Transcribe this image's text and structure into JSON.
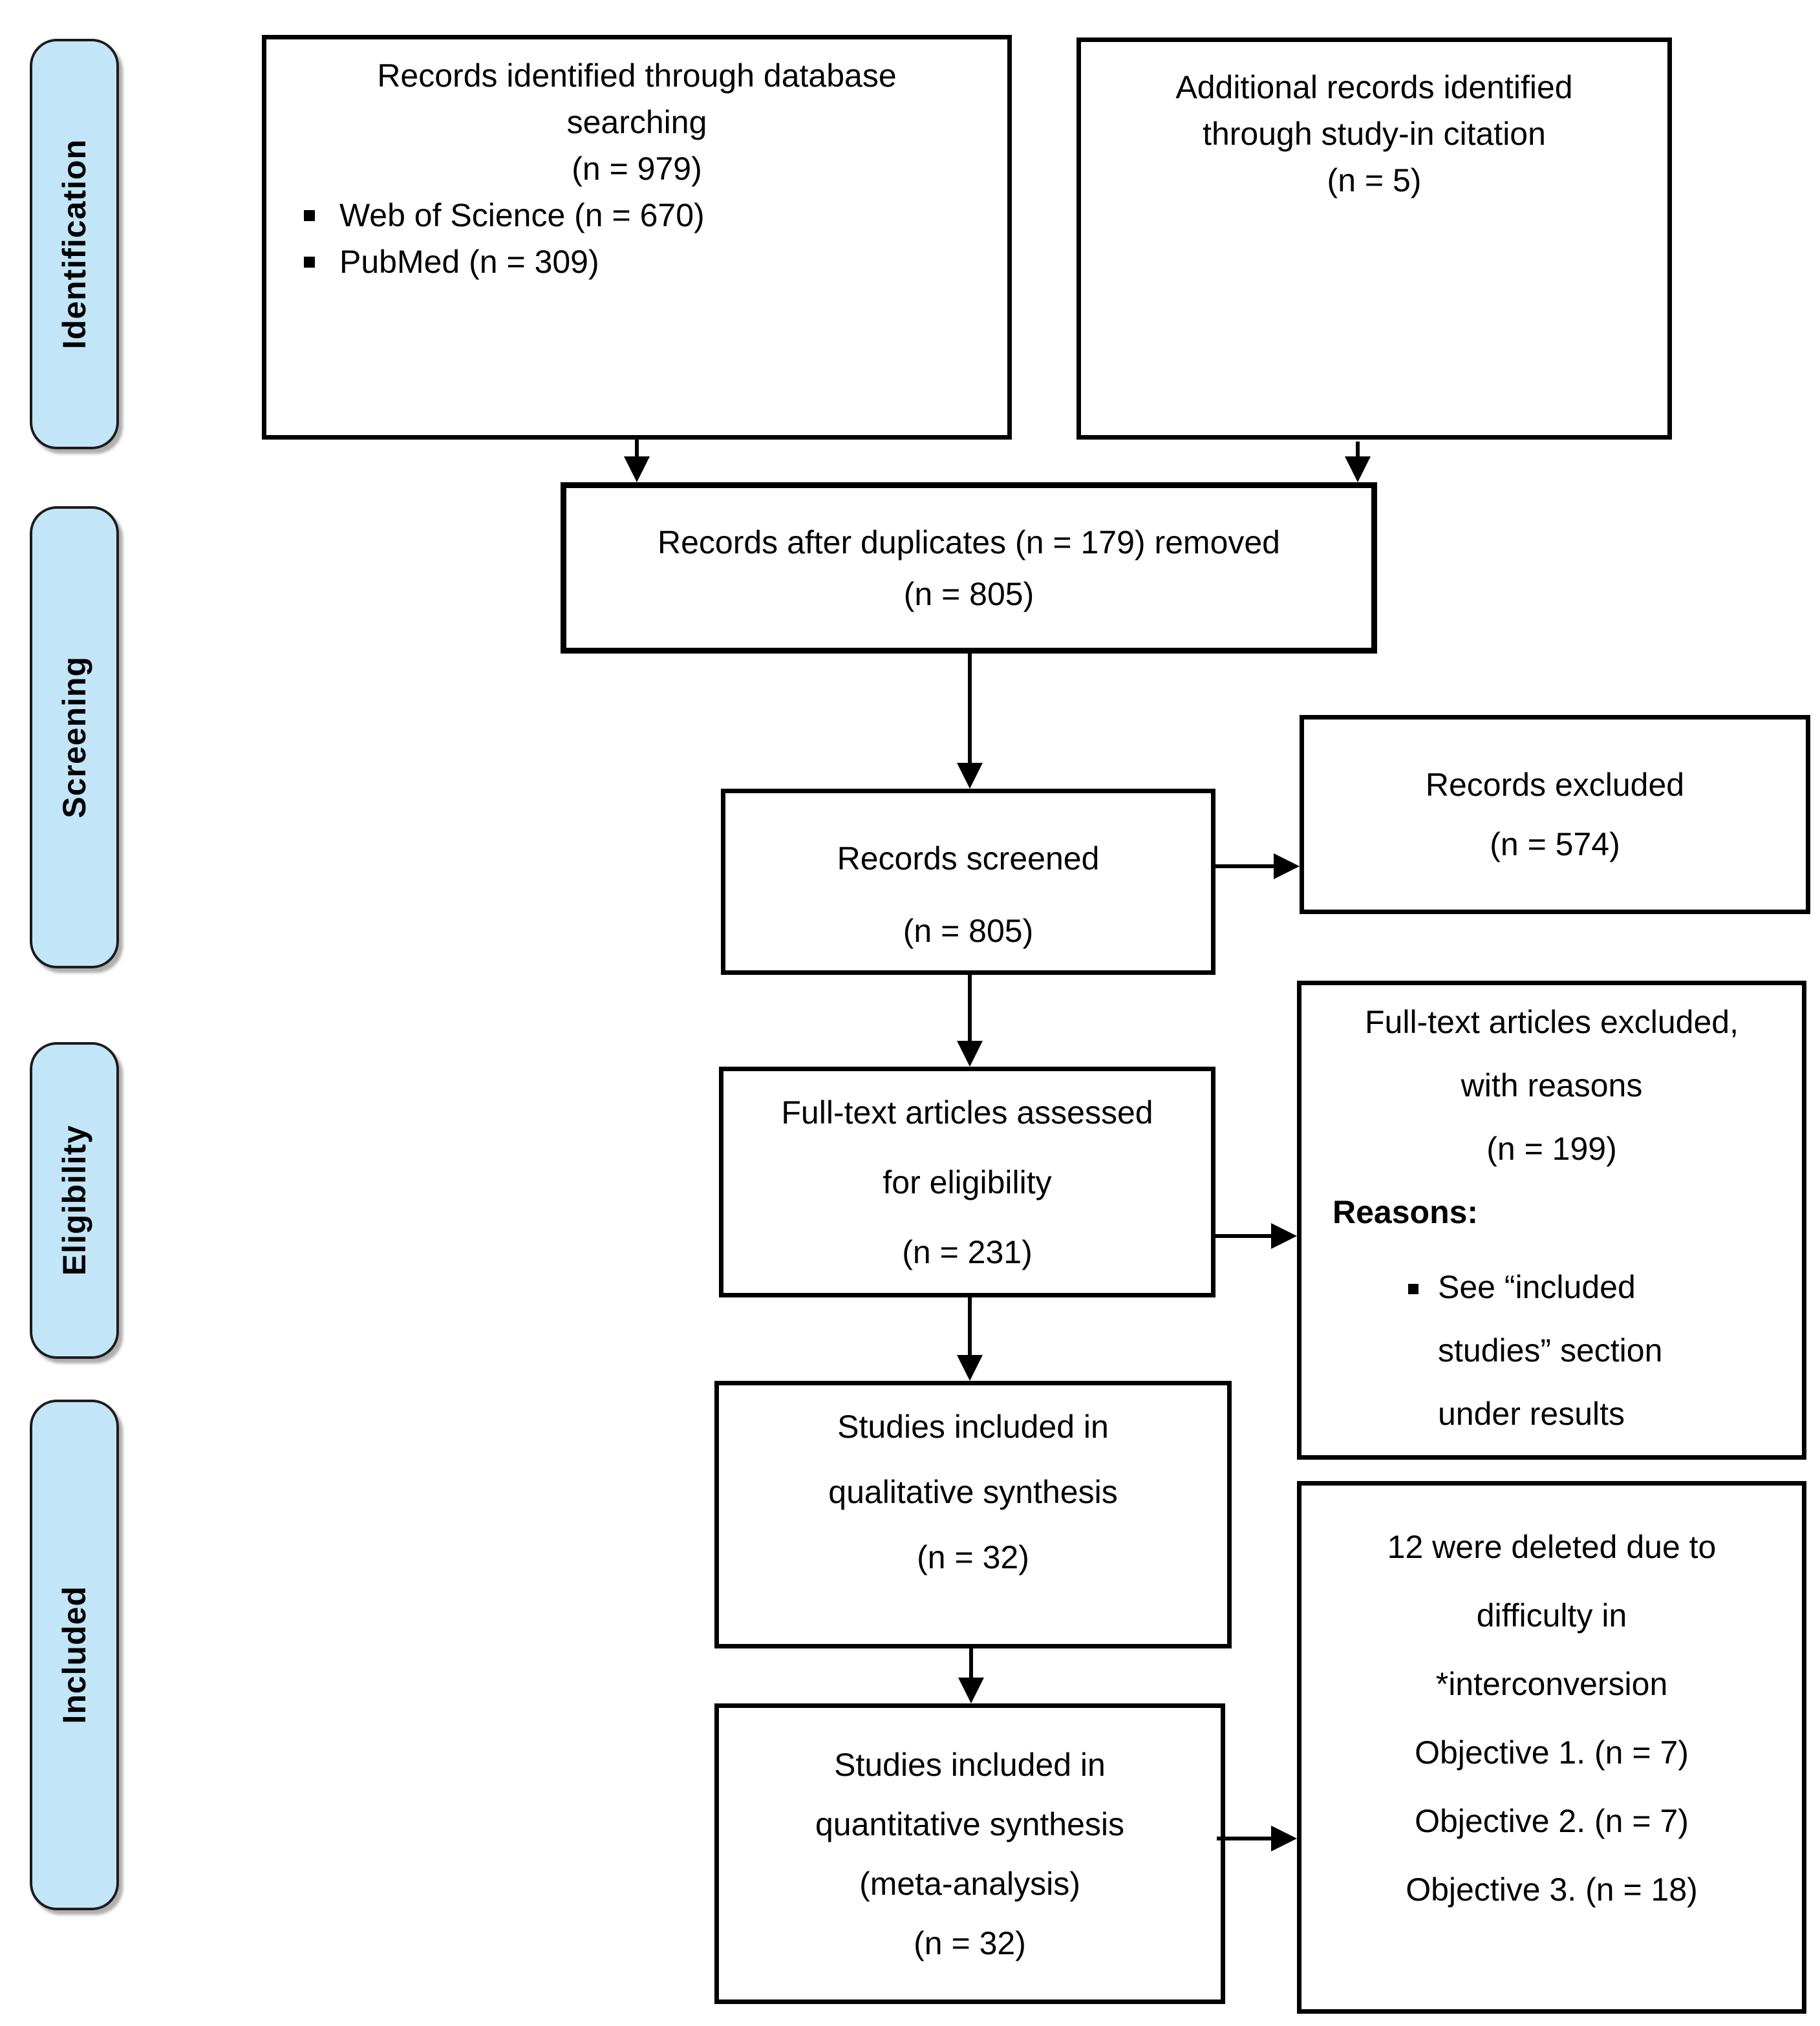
{
  "colors": {
    "background": "#ffffff",
    "stage_fill": "#c2e5f8",
    "stage_border": "#1c1c1c",
    "box_border": "#000000",
    "text": "#000000"
  },
  "stages": [
    {
      "label": "Identification"
    },
    {
      "label": "Screening"
    },
    {
      "label": "Eligibility"
    },
    {
      "label": "Included"
    }
  ],
  "boxes": {
    "records_identified": {
      "lines": [
        "Records identified through database",
        "searching",
        "(n = 979)"
      ],
      "bullets": [
        "Web of Science (n = 670)",
        "PubMed (n = 309)"
      ]
    },
    "additional_records": {
      "lines": [
        "Additional records identified",
        "through study-in citation",
        "(n = 5)"
      ]
    },
    "after_duplicates": {
      "lines": [
        "Records after duplicates (n = 179) removed",
        "(n = 805)"
      ]
    },
    "records_screened": {
      "lines": [
        "Records screened",
        "(n = 805)"
      ]
    },
    "records_excluded": {
      "lines": [
        "Records excluded",
        "(n = 574)"
      ]
    },
    "fulltext_assessed": {
      "lines": [
        "Full-text articles assessed",
        "for eligibility",
        "(n = 231)"
      ]
    },
    "fulltext_excluded": {
      "lines": [
        "Full-text articles excluded,",
        "with reasons",
        "(n = 199)"
      ],
      "reasons_label": "Reasons:",
      "bullet_lines": [
        "See “included",
        "studies” section",
        "under results"
      ]
    },
    "qualitative_synthesis": {
      "lines": [
        "Studies included in",
        "qualitative synthesis",
        "(n = 32)"
      ]
    },
    "quantitative_synthesis": {
      "lines": [
        "Studies included in",
        "quantitative synthesis",
        "(meta-analysis)",
        "(n = 32)"
      ]
    },
    "deleted_note": {
      "lines": [
        "12 were deleted due to",
        "difficulty in",
        "*interconversion",
        "Objective 1. (n = 7)",
        "Objective 2. (n = 7)",
        "Objective 3. (n = 18)"
      ]
    }
  }
}
